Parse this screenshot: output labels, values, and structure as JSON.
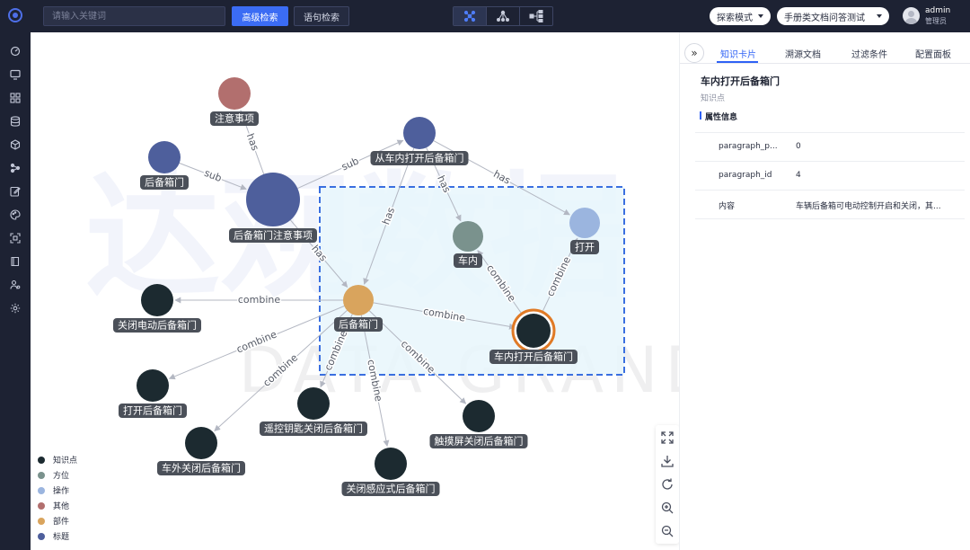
{
  "topbar": {
    "search_placeholder": "请输入关键词",
    "advanced_search": "高级检索",
    "sentence_search": "语句检索",
    "mode_select": "探索模式",
    "kb_select": "手册类文档问答测试",
    "user_name": "admin",
    "user_role": "管理员"
  },
  "sidebar": {
    "icons": [
      "dashboard-icon",
      "monitor-icon",
      "grid-icon",
      "database-icon",
      "cube-icon",
      "graph-icon",
      "edit-icon",
      "palette-icon",
      "scan-icon",
      "book-icon",
      "user-share-icon",
      "settings-icon"
    ]
  },
  "graph": {
    "nodes": [
      {
        "id": "n1",
        "label": "注意事项",
        "color": "#b26f6e"
      },
      {
        "id": "n2",
        "label": "后备箱门",
        "color": "#4e5f9c"
      },
      {
        "id": "n3",
        "label": "后备箱门注意事项",
        "color": "#4e5f9c"
      },
      {
        "id": "n4",
        "label": "从车内打开后备箱门",
        "color": "#4e5f9c"
      },
      {
        "id": "n5",
        "label": "打开",
        "color": "#9bb5df"
      },
      {
        "id": "n6",
        "label": "车内",
        "color": "#7a928d"
      },
      {
        "id": "n7",
        "label": "后备箱门",
        "color": "#d9a45d"
      },
      {
        "id": "n8",
        "label": "车内打开后备箱门",
        "color": "#1c2a30",
        "selected": true
      },
      {
        "id": "n9",
        "label": "关闭电动后备箱门",
        "color": "#1c2a30"
      },
      {
        "id": "n10",
        "label": "打开后备箱门",
        "color": "#1c2a30"
      },
      {
        "id": "n11",
        "label": "车外关闭后备箱门",
        "color": "#1c2a30"
      },
      {
        "id": "n12",
        "label": "遥控钥匙关闭后备箱门",
        "color": "#1c2a30"
      },
      {
        "id": "n13",
        "label": "关闭感应式后备箱门",
        "color": "#1c2a30"
      },
      {
        "id": "n14",
        "label": "触摸屏关闭后备箱门",
        "color": "#1c2a30"
      }
    ],
    "edges": [
      {
        "from": "n3",
        "to": "n1",
        "label": "has"
      },
      {
        "from": "n2",
        "to": "n3",
        "label": "sub"
      },
      {
        "from": "n3",
        "to": "n4",
        "label": "sub"
      },
      {
        "from": "n3",
        "to": "n7",
        "label": "has"
      },
      {
        "from": "n4",
        "to": "n7",
        "label": "has"
      },
      {
        "from": "n4",
        "to": "n6",
        "label": "has"
      },
      {
        "from": "n4",
        "to": "n5",
        "label": "has"
      },
      {
        "from": "n8",
        "to": "n6",
        "label": "combine"
      },
      {
        "from": "n8",
        "to": "n5",
        "label": "combine"
      },
      {
        "from": "n7",
        "to": "n8",
        "label": "combine"
      },
      {
        "from": "n7",
        "to": "n9",
        "label": "combine"
      },
      {
        "from": "n7",
        "to": "n10",
        "label": "combine"
      },
      {
        "from": "n7",
        "to": "n11",
        "label": "combine"
      },
      {
        "from": "n7",
        "to": "n12",
        "label": "combine"
      },
      {
        "from": "n7",
        "to": "n13",
        "label": "combine"
      },
      {
        "from": "n7",
        "to": "n14",
        "label": "combine"
      }
    ]
  },
  "watermark": {
    "cn": "达观数据",
    "en": "DATA GRAND"
  },
  "legend": [
    {
      "label": "知识点",
      "color": "#1c2a30"
    },
    {
      "label": "方位",
      "color": "#7a928d"
    },
    {
      "label": "操作",
      "color": "#9bb5df"
    },
    {
      "label": "其他",
      "color": "#b26f6e"
    },
    {
      "label": "部件",
      "color": "#d9a45d"
    },
    {
      "label": "标题",
      "color": "#4e5f9c"
    }
  ],
  "toolbox": [
    "fullscreen-icon",
    "download-icon",
    "refresh-icon",
    "zoom-in-icon",
    "zoom-out-icon"
  ],
  "panel": {
    "collapse": "»",
    "tabs": [
      "知识卡片",
      "溯源文档",
      "过滤条件",
      "配置面板"
    ],
    "entity_title": "车内打开后备箱门",
    "entity_type": "知识点",
    "section_title": "属性信息",
    "attributes": [
      {
        "key": "paragraph_p...",
        "value": "0"
      },
      {
        "key": "paragraph_id",
        "value": "4"
      },
      {
        "key": "内容",
        "value": "车辆后备箱可电动控制开启和关闭，其..."
      }
    ]
  }
}
